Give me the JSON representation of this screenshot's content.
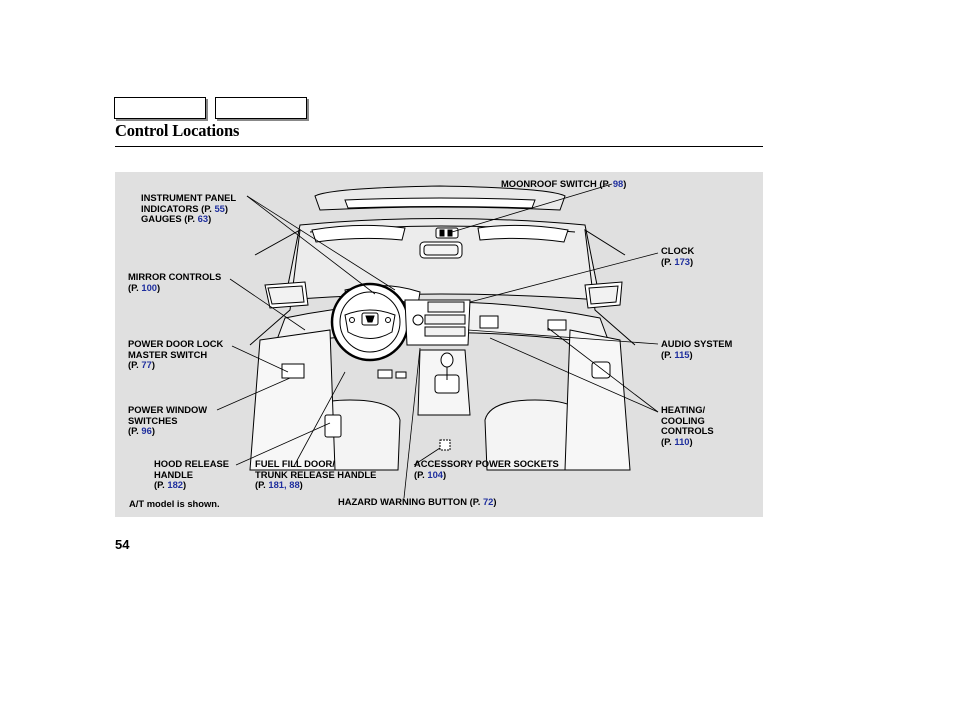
{
  "page": {
    "title": "Control Locations",
    "page_number": "54",
    "note": "A/T model is shown."
  },
  "labels": {
    "instrument": {
      "l1": "INSTRUMENT PANEL",
      "l2a": "INDICATORS (P. ",
      "p1": "55",
      "l2b": ")",
      "l3a": "GAUGES (P. ",
      "p2": "63",
      "l3b": ")"
    },
    "moonroof": {
      "a": "MOONROOF SWITCH (P. ",
      "p": "98",
      "b": ")"
    },
    "clock": {
      "l1": "CLOCK",
      "a": "(P. ",
      "p": "173",
      "b": ")"
    },
    "mirror": {
      "l1": "MIRROR CONTROLS",
      "a": "(P. ",
      "p": "100",
      "b": ")"
    },
    "powerdoor": {
      "l1": "POWER DOOR LOCK",
      "l2": "MASTER SWITCH",
      "a": "(P. ",
      "p": "77",
      "b": ")"
    },
    "audio": {
      "l1": "AUDIO SYSTEM",
      "a": "(P. ",
      "p": "115",
      "b": ")"
    },
    "window": {
      "l1": "POWER WINDOW",
      "l2": "SWITCHES",
      "a": "(P. ",
      "p": "96",
      "b": ")"
    },
    "heating": {
      "l1": "HEATING/",
      "l2": "COOLING",
      "l3": "CONTROLS",
      "a": "(P. ",
      "p": "110",
      "b": ")"
    },
    "hood": {
      "l1": "HOOD RELEASE",
      "l2": "HANDLE",
      "a": "(P. ",
      "p": "182",
      "b": ")"
    },
    "fuel": {
      "l1": "FUEL FILL DOOR/",
      "l2": "TRUNK RELEASE HANDLE",
      "a": "(P. ",
      "p": "181, 88",
      "b": ")"
    },
    "accessory": {
      "l1": "ACCESSORY POWER SOCKETS",
      "a": "(P. ",
      "p": "104",
      "b": ")"
    },
    "hazard": {
      "a": "HAZARD WARNING BUTTON (P. ",
      "p": "72",
      "b": ")"
    }
  }
}
